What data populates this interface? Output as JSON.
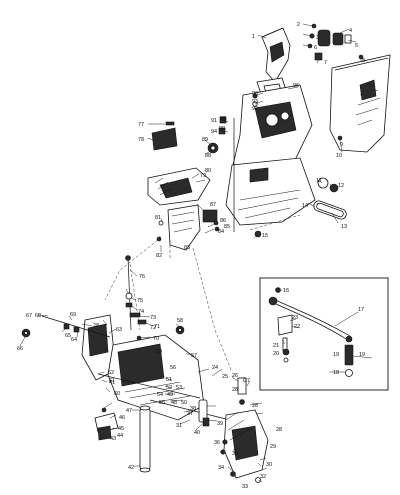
{
  "callouts": [
    {
      "id": "c1",
      "text": "1"
    },
    {
      "id": "c2",
      "text": "2"
    },
    {
      "id": "c3",
      "text": "3"
    },
    {
      "id": "c4",
      "text": "4"
    },
    {
      "id": "c5",
      "text": "5"
    },
    {
      "id": "c6",
      "text": "6"
    },
    {
      "id": "c7",
      "text": "7"
    },
    {
      "id": "c8",
      "text": "8"
    },
    {
      "id": "c9",
      "text": "9"
    },
    {
      "id": "c10",
      "text": "10"
    },
    {
      "id": "c11",
      "text": "11"
    },
    {
      "id": "c12",
      "text": "12"
    },
    {
      "id": "c13",
      "text": "13"
    },
    {
      "id": "c14",
      "text": "14"
    },
    {
      "id": "c15",
      "text": "15"
    },
    {
      "id": "c16",
      "text": "16"
    },
    {
      "id": "c17",
      "text": "17"
    },
    {
      "id": "c18",
      "text": "18"
    },
    {
      "id": "c19",
      "text": "19"
    },
    {
      "id": "c19b",
      "text": "19"
    },
    {
      "id": "c20",
      "text": "20"
    },
    {
      "id": "c21",
      "text": "21"
    },
    {
      "id": "c22",
      "text": "22"
    },
    {
      "id": "c23",
      "text": "23"
    },
    {
      "id": "c24",
      "text": "24"
    },
    {
      "id": "c25",
      "text": "25"
    },
    {
      "id": "c26",
      "text": "26"
    },
    {
      "id": "c27",
      "text": "27"
    },
    {
      "id": "c28",
      "text": "28"
    },
    {
      "id": "c28b",
      "text": "28"
    },
    {
      "id": "c28c",
      "text": "28"
    },
    {
      "id": "c28d",
      "text": "28"
    },
    {
      "id": "c29",
      "text": "29"
    },
    {
      "id": "c30",
      "text": "30"
    },
    {
      "id": "c31",
      "text": "31"
    },
    {
      "id": "c32",
      "text": "32"
    },
    {
      "id": "c33",
      "text": "33"
    },
    {
      "id": "c34",
      "text": "34"
    },
    {
      "id": "c35",
      "text": "35"
    },
    {
      "id": "c36",
      "text": "36"
    },
    {
      "id": "c37",
      "text": "37"
    },
    {
      "id": "c38",
      "text": "38"
    },
    {
      "id": "c39",
      "text": "39"
    },
    {
      "id": "c40",
      "text": "40"
    },
    {
      "id": "c41",
      "text": "41"
    },
    {
      "id": "c42",
      "text": "42"
    },
    {
      "id": "c43",
      "text": "43"
    },
    {
      "id": "c44",
      "text": "44"
    },
    {
      "id": "c45",
      "text": "45"
    },
    {
      "id": "c46",
      "text": "46"
    },
    {
      "id": "c47",
      "text": "47"
    },
    {
      "id": "c48",
      "text": "48"
    },
    {
      "id": "c49",
      "text": "49"
    },
    {
      "id": "c50",
      "text": "50"
    },
    {
      "id": "c51",
      "text": "51"
    },
    {
      "id": "c52",
      "text": "52"
    },
    {
      "id": "c53",
      "text": "53"
    },
    {
      "id": "c54",
      "text": "54"
    },
    {
      "id": "c55",
      "text": "55"
    },
    {
      "id": "c56",
      "text": "56"
    },
    {
      "id": "c57",
      "text": "57"
    },
    {
      "id": "c58",
      "text": "58"
    },
    {
      "id": "c59",
      "text": "59"
    },
    {
      "id": "c60",
      "text": "60"
    },
    {
      "id": "c61",
      "text": "61"
    },
    {
      "id": "c62",
      "text": "62"
    },
    {
      "id": "c63",
      "text": "63"
    },
    {
      "id": "c64",
      "text": "64"
    },
    {
      "id": "c65",
      "text": "65"
    },
    {
      "id": "c66",
      "text": "66"
    },
    {
      "id": "c67",
      "text": "67"
    },
    {
      "id": "c68",
      "text": "68"
    },
    {
      "id": "c69",
      "text": "69"
    },
    {
      "id": "c70",
      "text": "70"
    },
    {
      "id": "c71",
      "text": "71"
    },
    {
      "id": "c72",
      "text": "72"
    },
    {
      "id": "c73",
      "text": "73"
    },
    {
      "id": "c74",
      "text": "74"
    },
    {
      "id": "c75",
      "text": "75"
    },
    {
      "id": "c76",
      "text": "76"
    },
    {
      "id": "c77",
      "text": "77"
    },
    {
      "id": "c78",
      "text": "78"
    },
    {
      "id": "c79",
      "text": "79"
    },
    {
      "id": "c80",
      "text": "80"
    },
    {
      "id": "c81",
      "text": "81"
    },
    {
      "id": "c82",
      "text": "82"
    },
    {
      "id": "c83",
      "text": "83"
    },
    {
      "id": "c84",
      "text": "84"
    },
    {
      "id": "c85",
      "text": "85"
    },
    {
      "id": "c86",
      "text": "86"
    },
    {
      "id": "c87",
      "text": "87"
    },
    {
      "id": "c88",
      "text": "88"
    },
    {
      "id": "c89",
      "text": "89"
    },
    {
      "id": "c90",
      "text": "90"
    },
    {
      "id": "c90b",
      "text": "90"
    },
    {
      "id": "c91",
      "text": "91"
    },
    {
      "id": "c92",
      "text": "92"
    },
    {
      "id": "c93",
      "text": "93"
    },
    {
      "id": "c94",
      "text": "94"
    },
    {
      "id": "c95",
      "text": "95"
    },
    {
      "id": "c96",
      "text": "96"
    }
  ]
}
